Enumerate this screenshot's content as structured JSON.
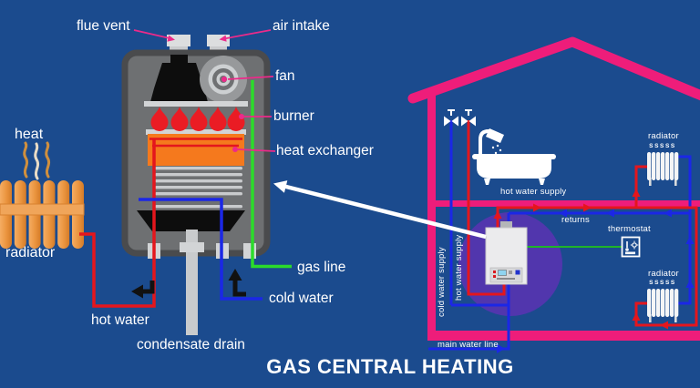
{
  "title": "GAS CENTRAL HEATING",
  "colors": {
    "background": "#1b4b8e",
    "house_pink": "#ee1d7a",
    "pipe_red": "#e4161d",
    "pipe_blue": "#1b27e6",
    "gas_green": "#2bdc2b",
    "thermostat_wire_green": "#1fb32a",
    "heat_exchanger_orange": "#f5791d",
    "radiator_orange": "#ee9c4c",
    "boiler_gray": "#6e7072",
    "glow_purple": "#5136ad",
    "leader_pink": "#ec2a8a"
  },
  "boiler_diagram": {
    "labels": {
      "flue_vent": "flue vent",
      "air_intake": "air intake",
      "fan": "fan",
      "burner": "burner",
      "heat_exchanger": "heat exchanger",
      "gas_line": "gas line",
      "cold_water": "cold water",
      "hot_water": "hot water",
      "condensate_drain": "condensate drain"
    }
  },
  "left_radiator": {
    "heat": "heat",
    "radiator": "radiator"
  },
  "house": {
    "hot_water_supply": "hot water supply",
    "returns": "returns",
    "thermostat": "thermostat",
    "radiator_top": "radiator",
    "radiator_bottom": "radiator",
    "cold_water_supply": "cold water supply",
    "hot_water_supply_vertical": "hot water supply",
    "main_water_line": "main water line",
    "heat_marks": "SSSSS"
  }
}
